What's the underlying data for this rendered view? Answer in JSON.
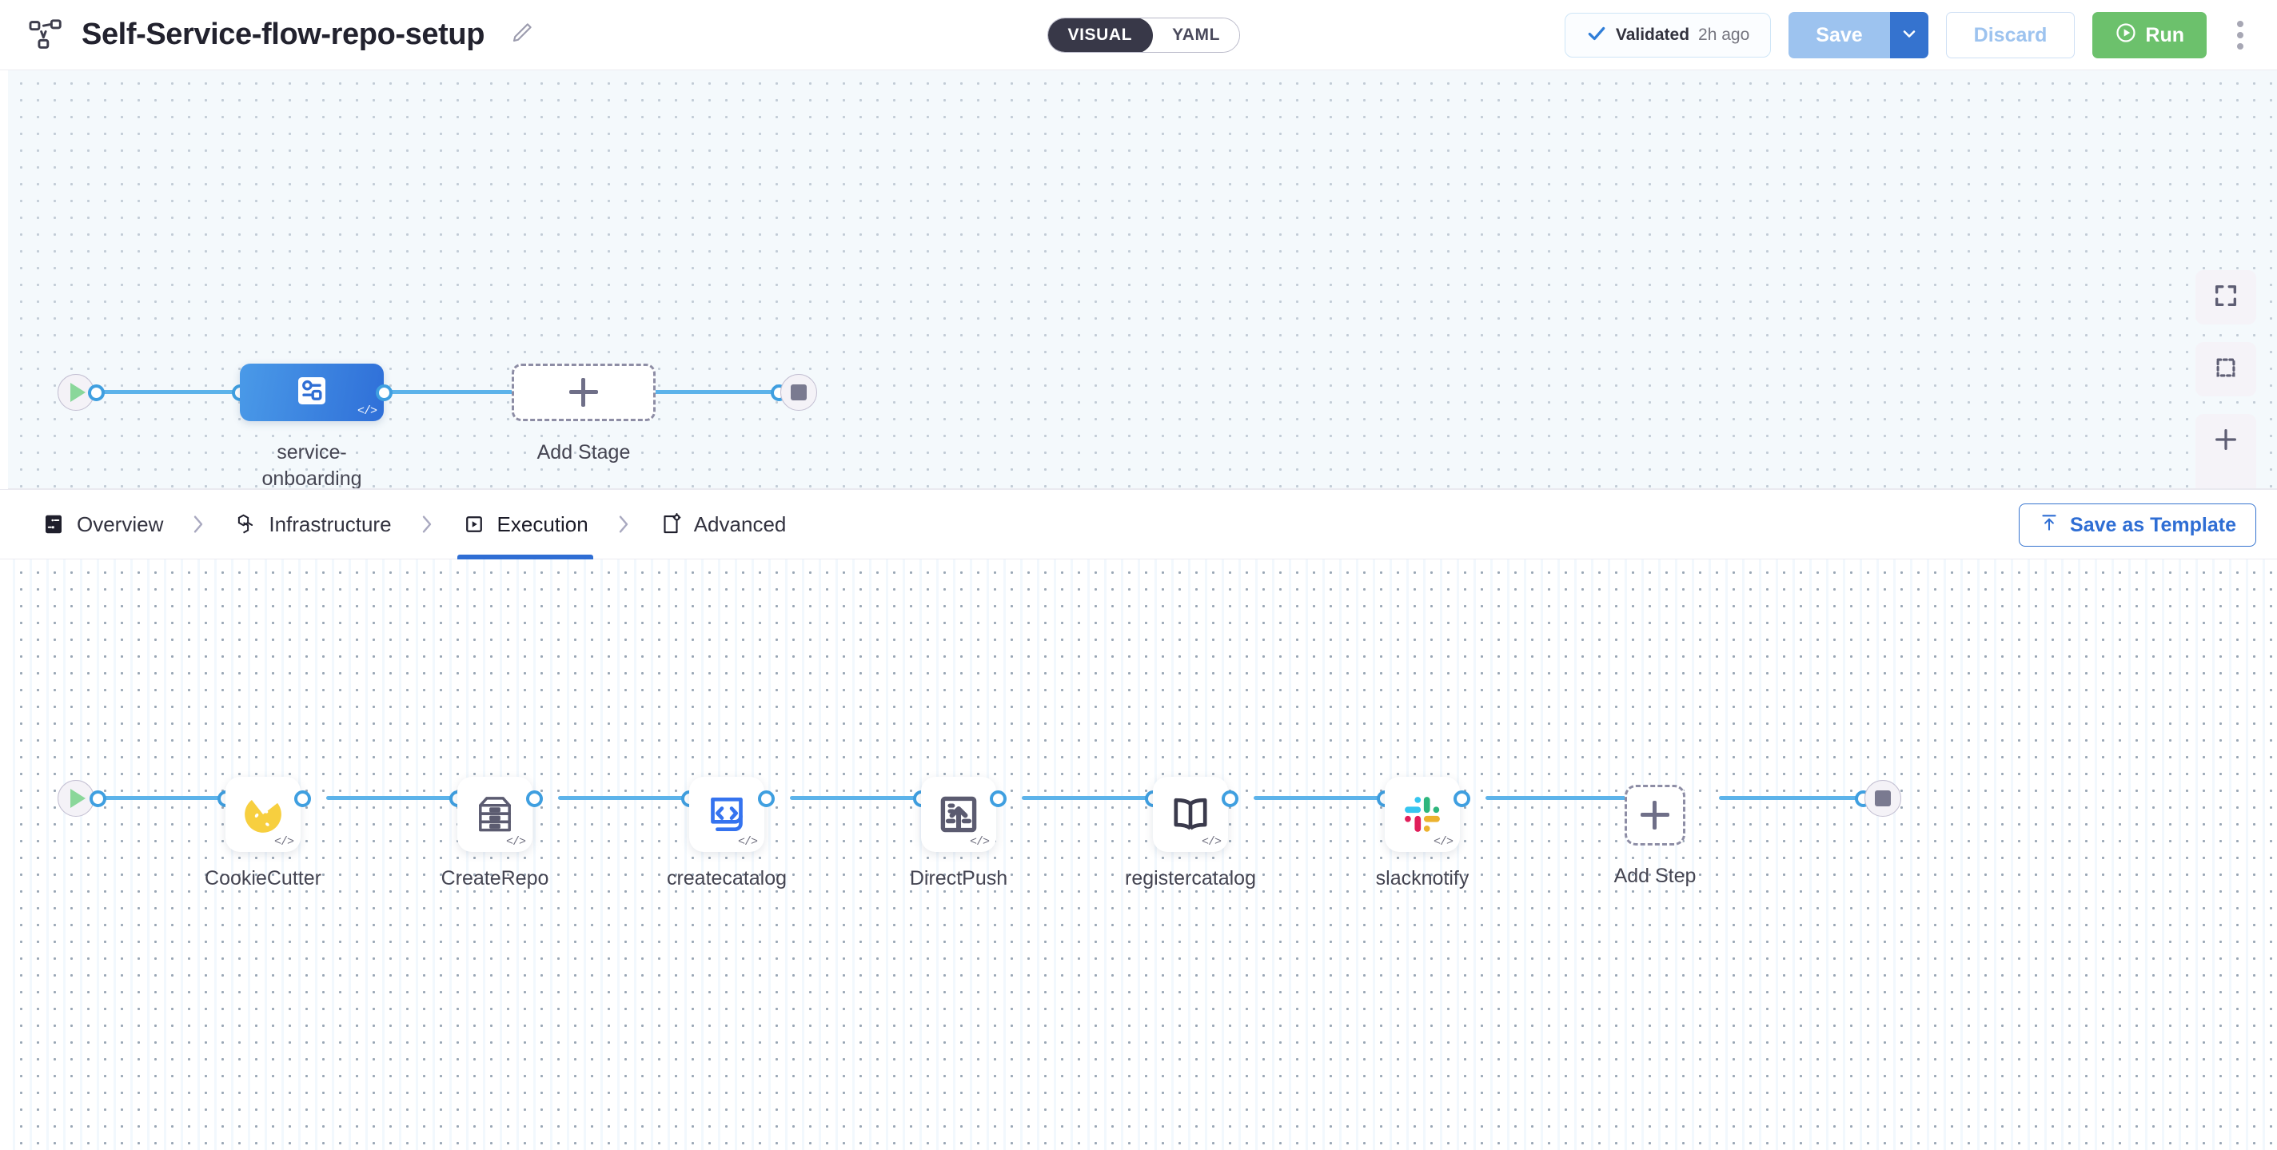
{
  "header": {
    "pipeline_icon": "pipeline-icon",
    "title": "Self-Service-flow-repo-setup",
    "edit_icon": "pencil-icon",
    "view_toggle": {
      "options": [
        "VISUAL",
        "YAML"
      ],
      "selected": "VISUAL"
    },
    "validated": {
      "icon": "check-icon",
      "label": "Validated",
      "time": "2h ago"
    },
    "save_label": "Save",
    "save_caret_icon": "chevron-down-icon",
    "discard_label": "Discard",
    "run_label": "Run",
    "run_icon": "play-circle-icon",
    "more_icon": "kebab-menu-icon"
  },
  "colors": {
    "accent_blue": "#2f6ed4",
    "connector_blue": "#5cb3ea",
    "run_green": "#6cc16c",
    "stage_blue": "#3573cf",
    "save_disabled": "#9dc3ef",
    "toggle_dark": "#383848",
    "slack_blue": "#36c5f0",
    "slack_green": "#2eb67d",
    "slack_red": "#e01e5a",
    "slack_yellow": "#ecb22e",
    "cookie_yellow": "#f7cf3f"
  },
  "stage_graph": {
    "start_node": "start-node",
    "end_node": "end-node",
    "stages": [
      {
        "label": "service-\nonboarding",
        "icon": "service-deploy-icon",
        "selected": true,
        "code_badge": "</>"
      }
    ],
    "add_stage_label": "Add Stage",
    "add_stage_icon": "plus-icon"
  },
  "tabs": {
    "items": [
      {
        "label": "Overview",
        "icon": "overview-icon",
        "active": false
      },
      {
        "label": "Infrastructure",
        "icon": "infrastructure-icon",
        "active": false
      },
      {
        "label": "Execution",
        "icon": "execution-icon",
        "active": true
      },
      {
        "label": "Advanced",
        "icon": "advanced-icon",
        "active": false
      }
    ],
    "separator_icon": "chevron-right-icon",
    "save_as_template_label": "Save as Template",
    "save_as_template_icon": "upload-template-icon"
  },
  "step_graph": {
    "start_node": "start-node",
    "end_node": "end-node",
    "steps": [
      {
        "label": "CookieCutter",
        "icon": "cookiecutter-icon",
        "code_badge": "</>"
      },
      {
        "label": "CreateRepo",
        "icon": "repo-drawer-icon",
        "code_badge": "</>"
      },
      {
        "label": "createcatalog",
        "icon": "code-document-icon",
        "code_badge": "</>"
      },
      {
        "label": "DirectPush",
        "icon": "push-upload-icon",
        "code_badge": "</>"
      },
      {
        "label": "registercatalog",
        "icon": "open-book-icon",
        "code_badge": "</>"
      },
      {
        "label": "slacknotify",
        "icon": "slack-icon",
        "code_badge": "</>"
      }
    ],
    "add_step_label": "Add Step",
    "add_step_icon": "plus-icon"
  },
  "canvas_controls": [
    {
      "name": "fit-to-screen",
      "icon": "expand-icon"
    },
    {
      "name": "select-area",
      "icon": "marquee-icon"
    },
    {
      "name": "zoom-in",
      "icon": "plus-icon"
    },
    {
      "name": "zoom-out",
      "icon": "minus-icon"
    }
  ]
}
